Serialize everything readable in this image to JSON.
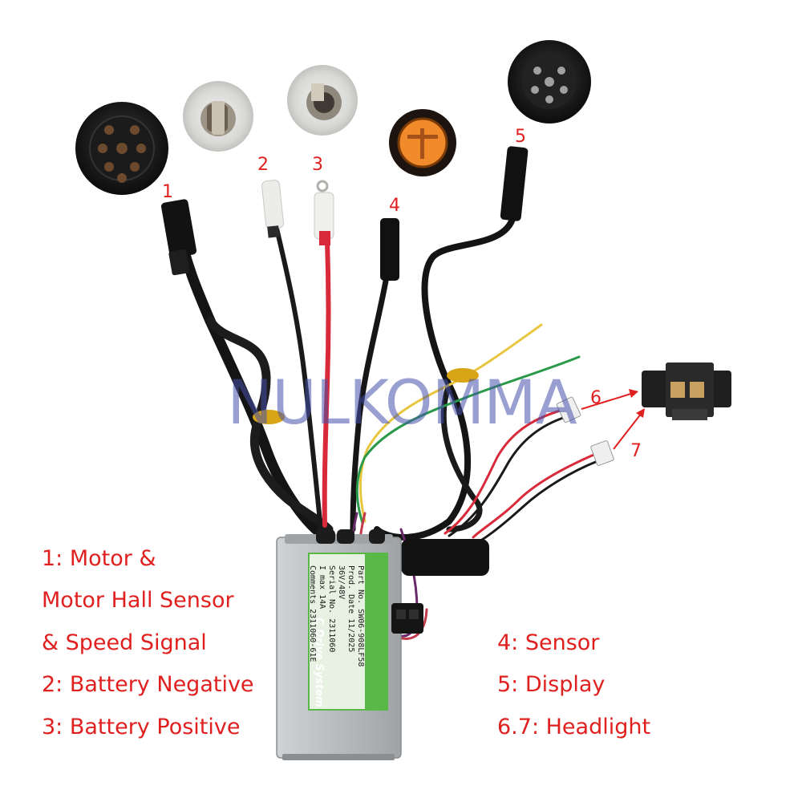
{
  "callouts": {
    "n1": "1",
    "n2": "2",
    "n3": "3",
    "n4": "4",
    "n5": "5",
    "n6": "6",
    "n7": "7"
  },
  "legend": {
    "line1": "1:  Motor &",
    "line2": "Motor Hall Sensor",
    "line3": "& Speed Signal",
    "line4": "2:  Battery Negative",
    "line5": "3:  Battery Positive",
    "line6": "4:  Sensor",
    "line7": "5:  Display",
    "line8": "6.7:  Headlight"
  },
  "watermark": "NULKOMMA",
  "controller_label": {
    "title": "C Drive System",
    "part": "Part No. SW06-908LF58",
    "prod": "Prod. Date 11/2025",
    "volt": "36V/48V",
    "serial": "Serial No. 2311060",
    "imax": "I max 14A",
    "comments": "Comments 2311060-61E"
  },
  "colors": {
    "text_red": "#e0201f",
    "watermark": "#4650aa",
    "cable": "#111111",
    "red_wire": "#d82a3a",
    "controller": "#b9bdbf",
    "sticker": "#58b848",
    "orange_connector": "#f08a2a"
  }
}
